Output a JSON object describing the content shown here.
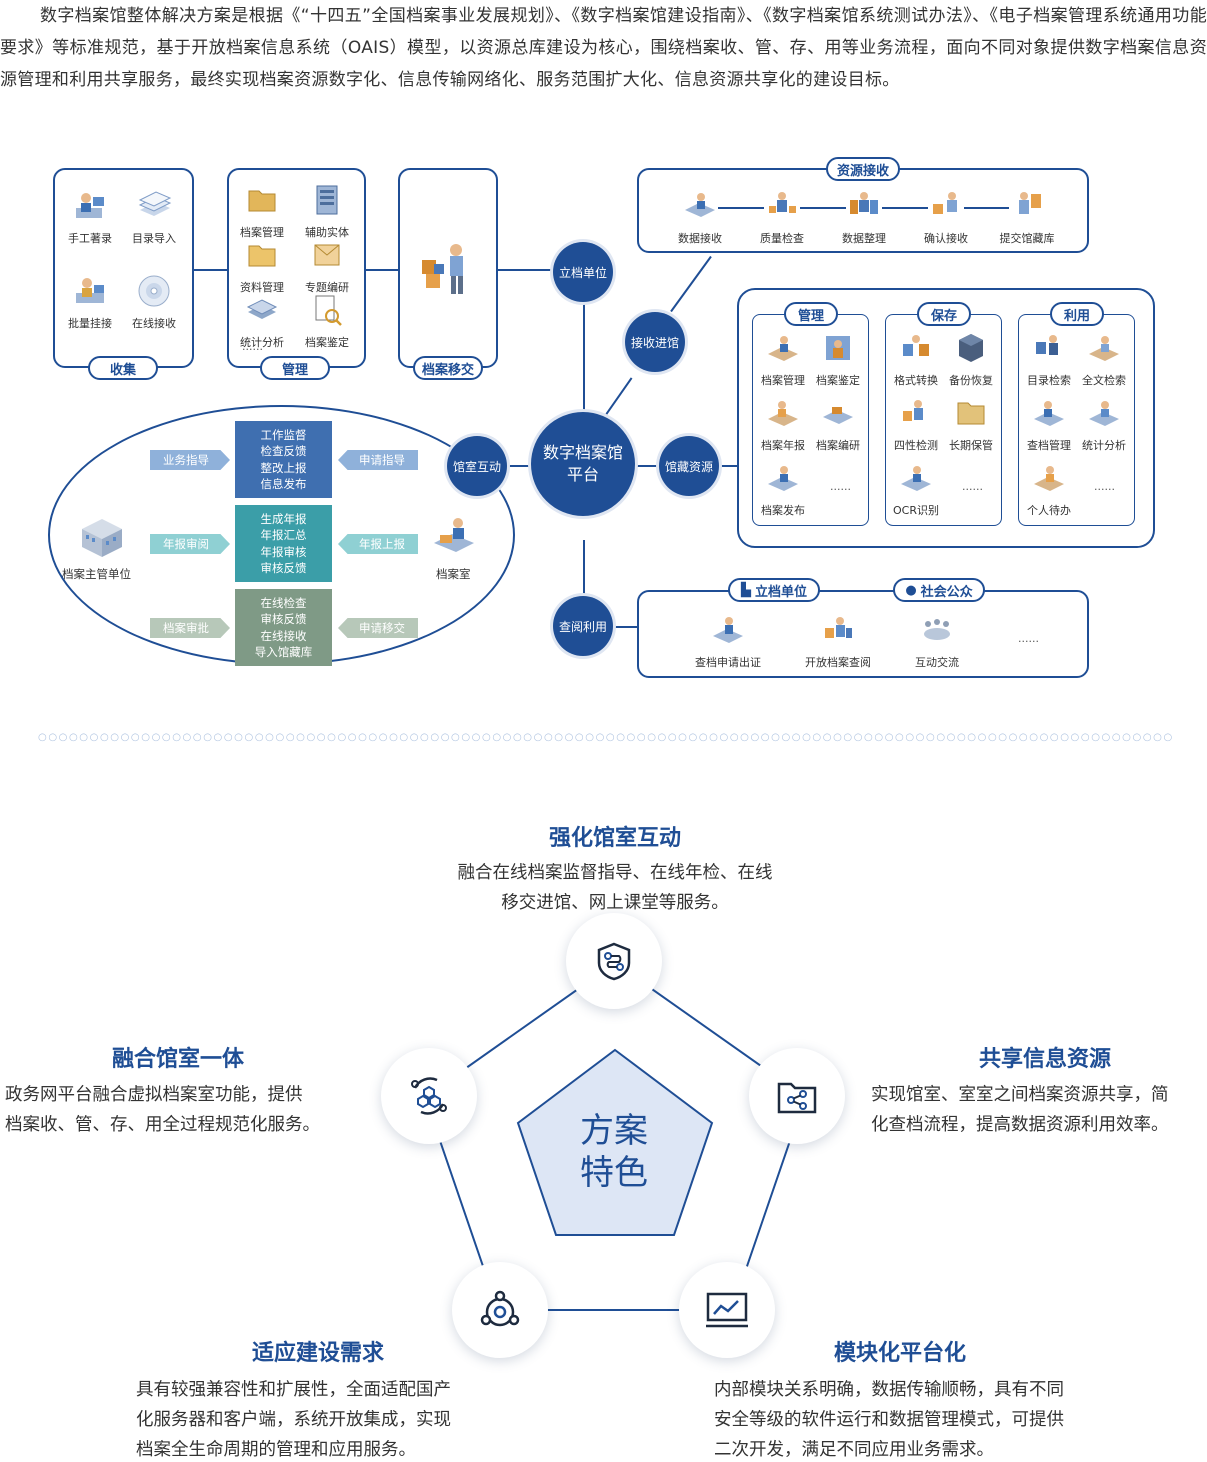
{
  "intro": {
    "text": "数字档案馆整体解决方案是根据《“十四五”全国档案事业发展规划》、《数字档案馆建设指南》、《数字档案馆系统测试办法》、《电子档案管理系统通用功能要求》等标准规范，基于开放档案信息系统（OAIS）模型，以资源总库建设为核心，围绕档案收、管、存、用等业务流程，面向不同对象提供数字档案信息资源管理和利用共享服务，最终实现档案资源数字化、信息传输网络化、服务范围扩大化、信息资源共享化的建设目标。"
  },
  "diagram": {
    "hub": "数字档案馆平台",
    "nodes": {
      "lidang": "立档单位",
      "jieshou": "接收进馆",
      "guancang": "馆藏资源",
      "chayue": "查阅利用",
      "hudong": "馆室互动"
    },
    "collect": {
      "label": "收集",
      "items": [
        "手工著录",
        "目录导入",
        "批量挂接",
        "在线接收"
      ]
    },
    "manage": {
      "label": "管理",
      "items": [
        "档案管理",
        "辅助实体",
        "资料管理",
        "专题编研",
        "统计分析",
        "档案鉴定"
      ],
      "more": "......"
    },
    "transfer": {
      "label": "档案移交"
    },
    "receive": {
      "label": "资源接收",
      "steps": [
        "数据接收",
        "质量检查",
        "数据整理",
        "确认接收",
        "提交馆藏库"
      ]
    },
    "resources": {
      "groups": [
        {
          "label": "管理",
          "items": [
            "档案管理",
            "档案鉴定",
            "档案年报",
            "档案编研",
            "档案发布"
          ],
          "more": "......"
        },
        {
          "label": "保存",
          "items": [
            "格式转换",
            "备份恢复",
            "四性检测",
            "长期保管",
            "OCR识别"
          ],
          "more": "......"
        },
        {
          "label": "利用",
          "items": [
            "目录检索",
            "全文检索",
            "查档管理",
            "统计分析",
            "个人待办"
          ],
          "more": "......"
        }
      ]
    },
    "query": {
      "tabs": [
        "立档单位",
        "社会公众"
      ],
      "items": [
        "查档申请出证",
        "开放档案查阅",
        "互动交流"
      ],
      "more": "......"
    },
    "interaction": {
      "left_label": "档案主管单位",
      "right_label": "档案室",
      "rows": [
        {
          "left_arrow": "业务指导",
          "right_arrow": "申请指导",
          "lines": [
            "工作监督",
            "检查反馈",
            "整改上报",
            "信息发布"
          ],
          "color": "#3f6fb0"
        },
        {
          "left_arrow": "年报审阅",
          "right_arrow": "年报上报",
          "lines": [
            "生成年报",
            "年报汇总",
            "年报审核",
            "审核反馈"
          ],
          "color": "#3b9ea8"
        },
        {
          "left_arrow": "档案审批",
          "right_arrow": "申请移交",
          "lines": [
            "在线检查",
            "审核反馈",
            "在线接收",
            "导入馆藏库"
          ],
          "color": "#7f9a86"
        }
      ]
    }
  },
  "features": {
    "center": [
      "方案",
      "特色"
    ],
    "items": [
      {
        "title": "强化馆室互动",
        "desc": [
          "融合在线档案监督指导、在线年检、在线",
          "移交进馆、网上课堂等服务。"
        ],
        "icon": "route-shield-icon"
      },
      {
        "title": "共享信息资源",
        "desc": [
          "实现馆室、室室之间档案资源共享，简",
          "化查档流程，提高数据资源利用效率。"
        ],
        "icon": "folder-share-icon"
      },
      {
        "title": "模块化平台化",
        "desc": [
          "内部模块关系明确，数据传输顺畅，具有不同",
          "安全等级的软件运行和数据管理模式，可提供",
          "二次开发，满足不同应用业务需求。"
        ],
        "icon": "monitor-chart-icon"
      },
      {
        "title": "适应建设需求",
        "desc": [
          "具有较强兼容性和扩展性，全面适配国产",
          "化服务器和客户端，系统开放集成，实现",
          "档案全生命周期的管理和应用服务。"
        ],
        "icon": "network-nodes-icon"
      },
      {
        "title": "融合馆室一体",
        "desc": [
          "政务网平台融合虚拟档案室功能，提供",
          "档案收、管、存、用全过程规范化服务。"
        ],
        "icon": "hexagon-cycle-icon"
      }
    ]
  },
  "colors": {
    "primary": "#1f4e95",
    "pentagon_fill": "#dde6f5"
  }
}
